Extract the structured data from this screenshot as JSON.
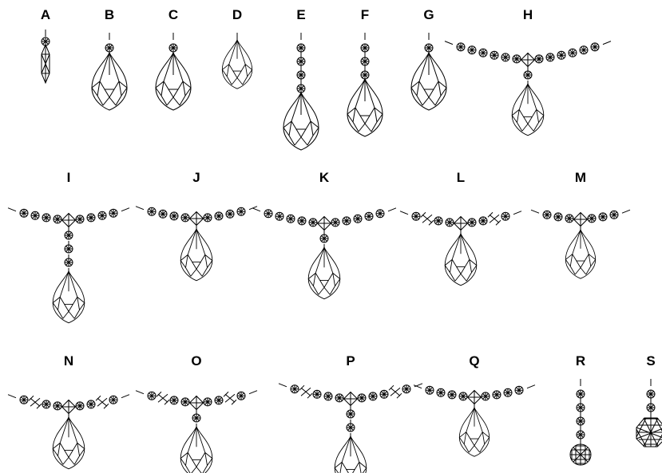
{
  "items": [
    {
      "label": "A"
    },
    {
      "label": "B"
    },
    {
      "label": "C"
    },
    {
      "label": "D"
    },
    {
      "label": "E"
    },
    {
      "label": "F"
    },
    {
      "label": "G"
    },
    {
      "label": "H"
    },
    {
      "label": "I"
    },
    {
      "label": "J"
    },
    {
      "label": "K"
    },
    {
      "label": "L"
    },
    {
      "label": "M"
    },
    {
      "label": "N"
    },
    {
      "label": "O"
    },
    {
      "label": "P"
    },
    {
      "label": "Q"
    },
    {
      "label": "R"
    },
    {
      "label": "S"
    }
  ]
}
